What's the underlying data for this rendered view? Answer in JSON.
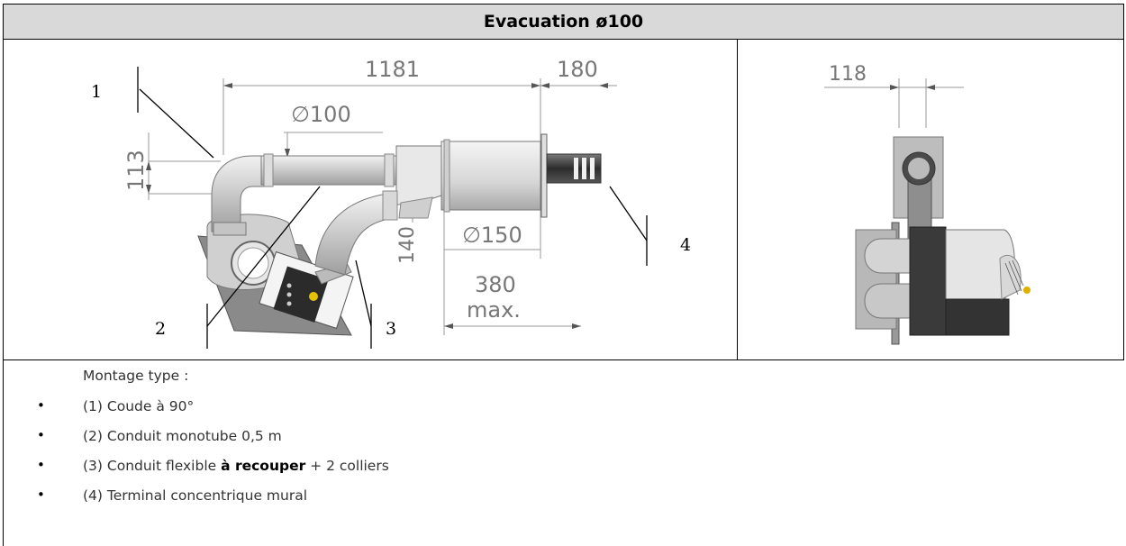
{
  "header": {
    "title": "Evacuation ø100"
  },
  "figure_left": {
    "callouts": [
      "1",
      "2",
      "3",
      "4"
    ],
    "dimensions": {
      "overall_length": "1181",
      "terminal_length": "180",
      "pipe_diameter": "∅100",
      "height": "113",
      "outer_diameter": "∅150",
      "offset": "140",
      "max_length_value": "380",
      "max_length_unit": "max."
    }
  },
  "figure_right": {
    "dimensions": {
      "width": "118"
    }
  },
  "notes": {
    "intro": "Montage type :",
    "items": [
      {
        "text": "(1) Coude à 90°"
      },
      {
        "text": "(2) Conduit monotube 0,5 m"
      },
      {
        "prefix": "(3) Conduit flexible ",
        "bold": "à recouper",
        "suffix": " + 2 colliers"
      },
      {
        "text": "(4) Terminal concentrique mural"
      }
    ],
    "bullet": "•"
  }
}
